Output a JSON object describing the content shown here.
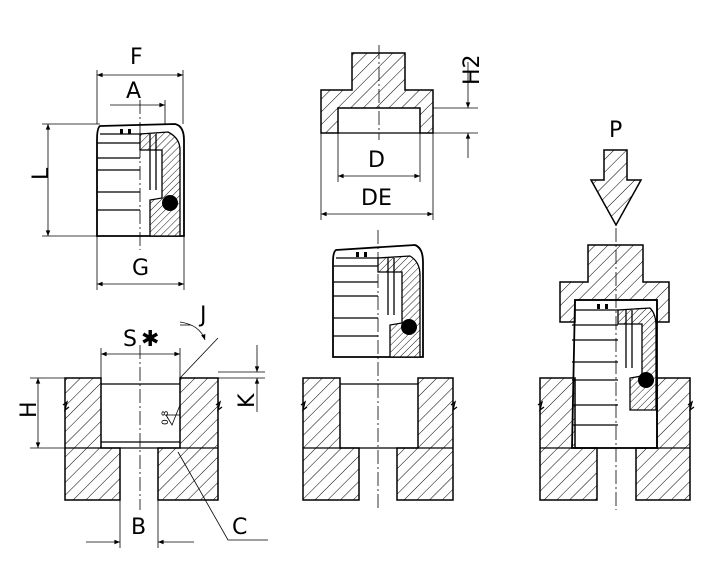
{
  "labels": {
    "F": "F",
    "A": "A",
    "L": "L",
    "G": "G",
    "H2": "H2",
    "D": "D",
    "DE": "DE",
    "P": "P",
    "S": "S",
    "star": "✱",
    "J": "J",
    "H": "H",
    "K": "K",
    "B": "B",
    "C": "C",
    "roughness": "0.8"
  },
  "colors": {
    "ink": "#000000",
    "background": "#ffffff"
  }
}
